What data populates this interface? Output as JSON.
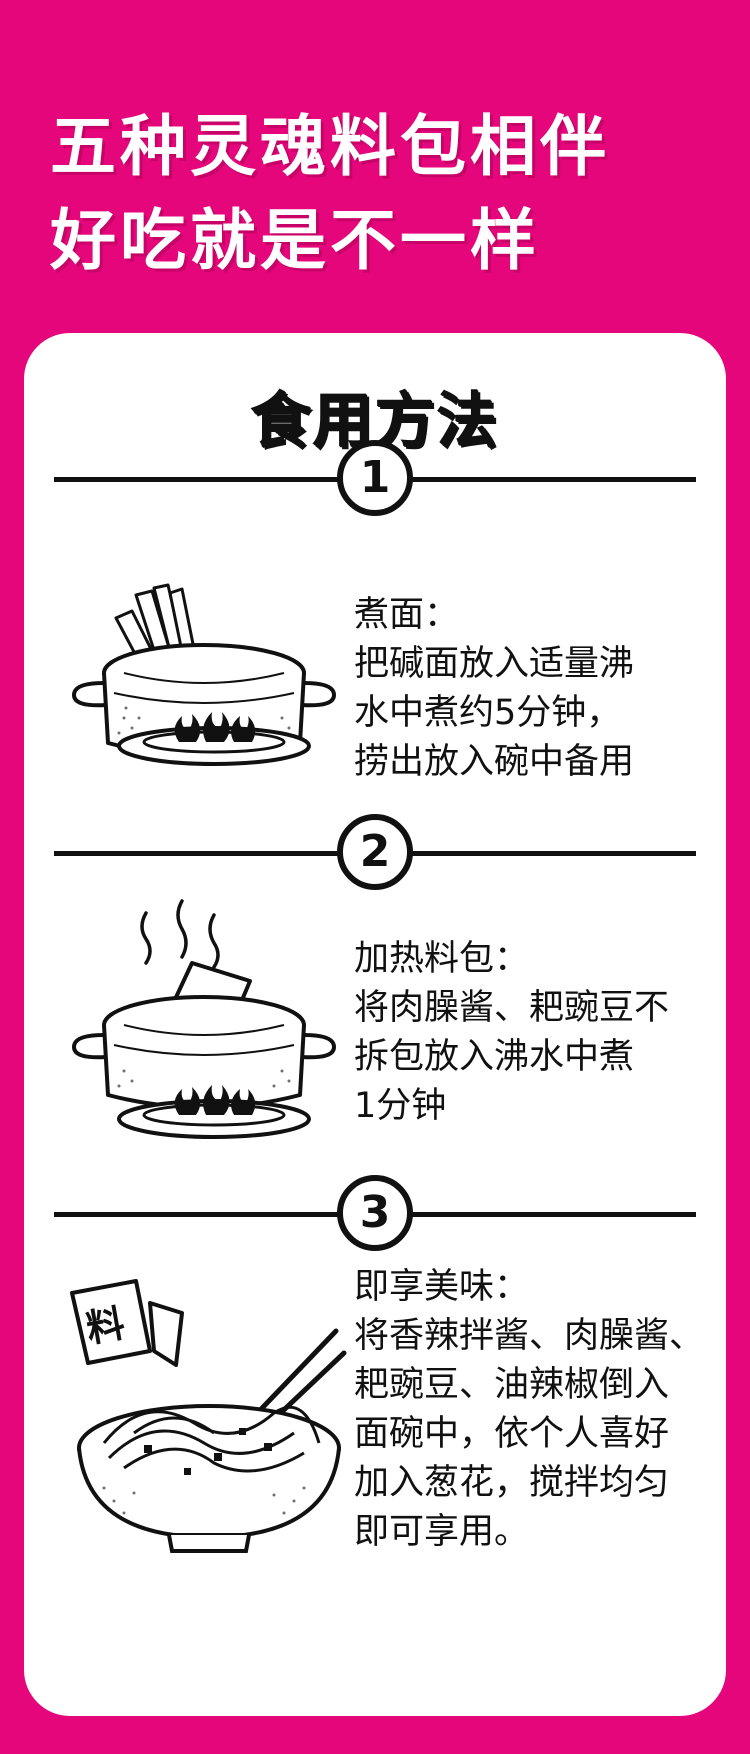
{
  "headline": {
    "line1": "五种灵魂料包相伴",
    "line2": "好吃就是不一样"
  },
  "card": {
    "title": "食用方法"
  },
  "steps": [
    {
      "num": "1",
      "title": "煮面：",
      "body": "把碱面放入适量沸\n水中煮约5分钟，\n捞出放入碗中备用"
    },
    {
      "num": "2",
      "title": "加热料包：",
      "body": "将肉臊酱、耙豌豆不\n拆包放入沸水中煮\n1分钟"
    },
    {
      "num": "3",
      "title": "即享美味：",
      "body": "将香辣拌酱、肉臊酱、\n耙豌豆、油辣椒倒入\n面碗中，依个人喜好\n加入葱花，搅拌均匀\n即可享用。"
    }
  ],
  "illustration": {
    "sachet_label": "料"
  },
  "colors": {
    "background": "#e4067a",
    "card": "#ffffff",
    "ink": "#111111"
  },
  "icons": [
    "pot-with-noodles-icon",
    "pot-with-sachet-icon",
    "noodle-bowl-icon",
    "flame-icon"
  ]
}
